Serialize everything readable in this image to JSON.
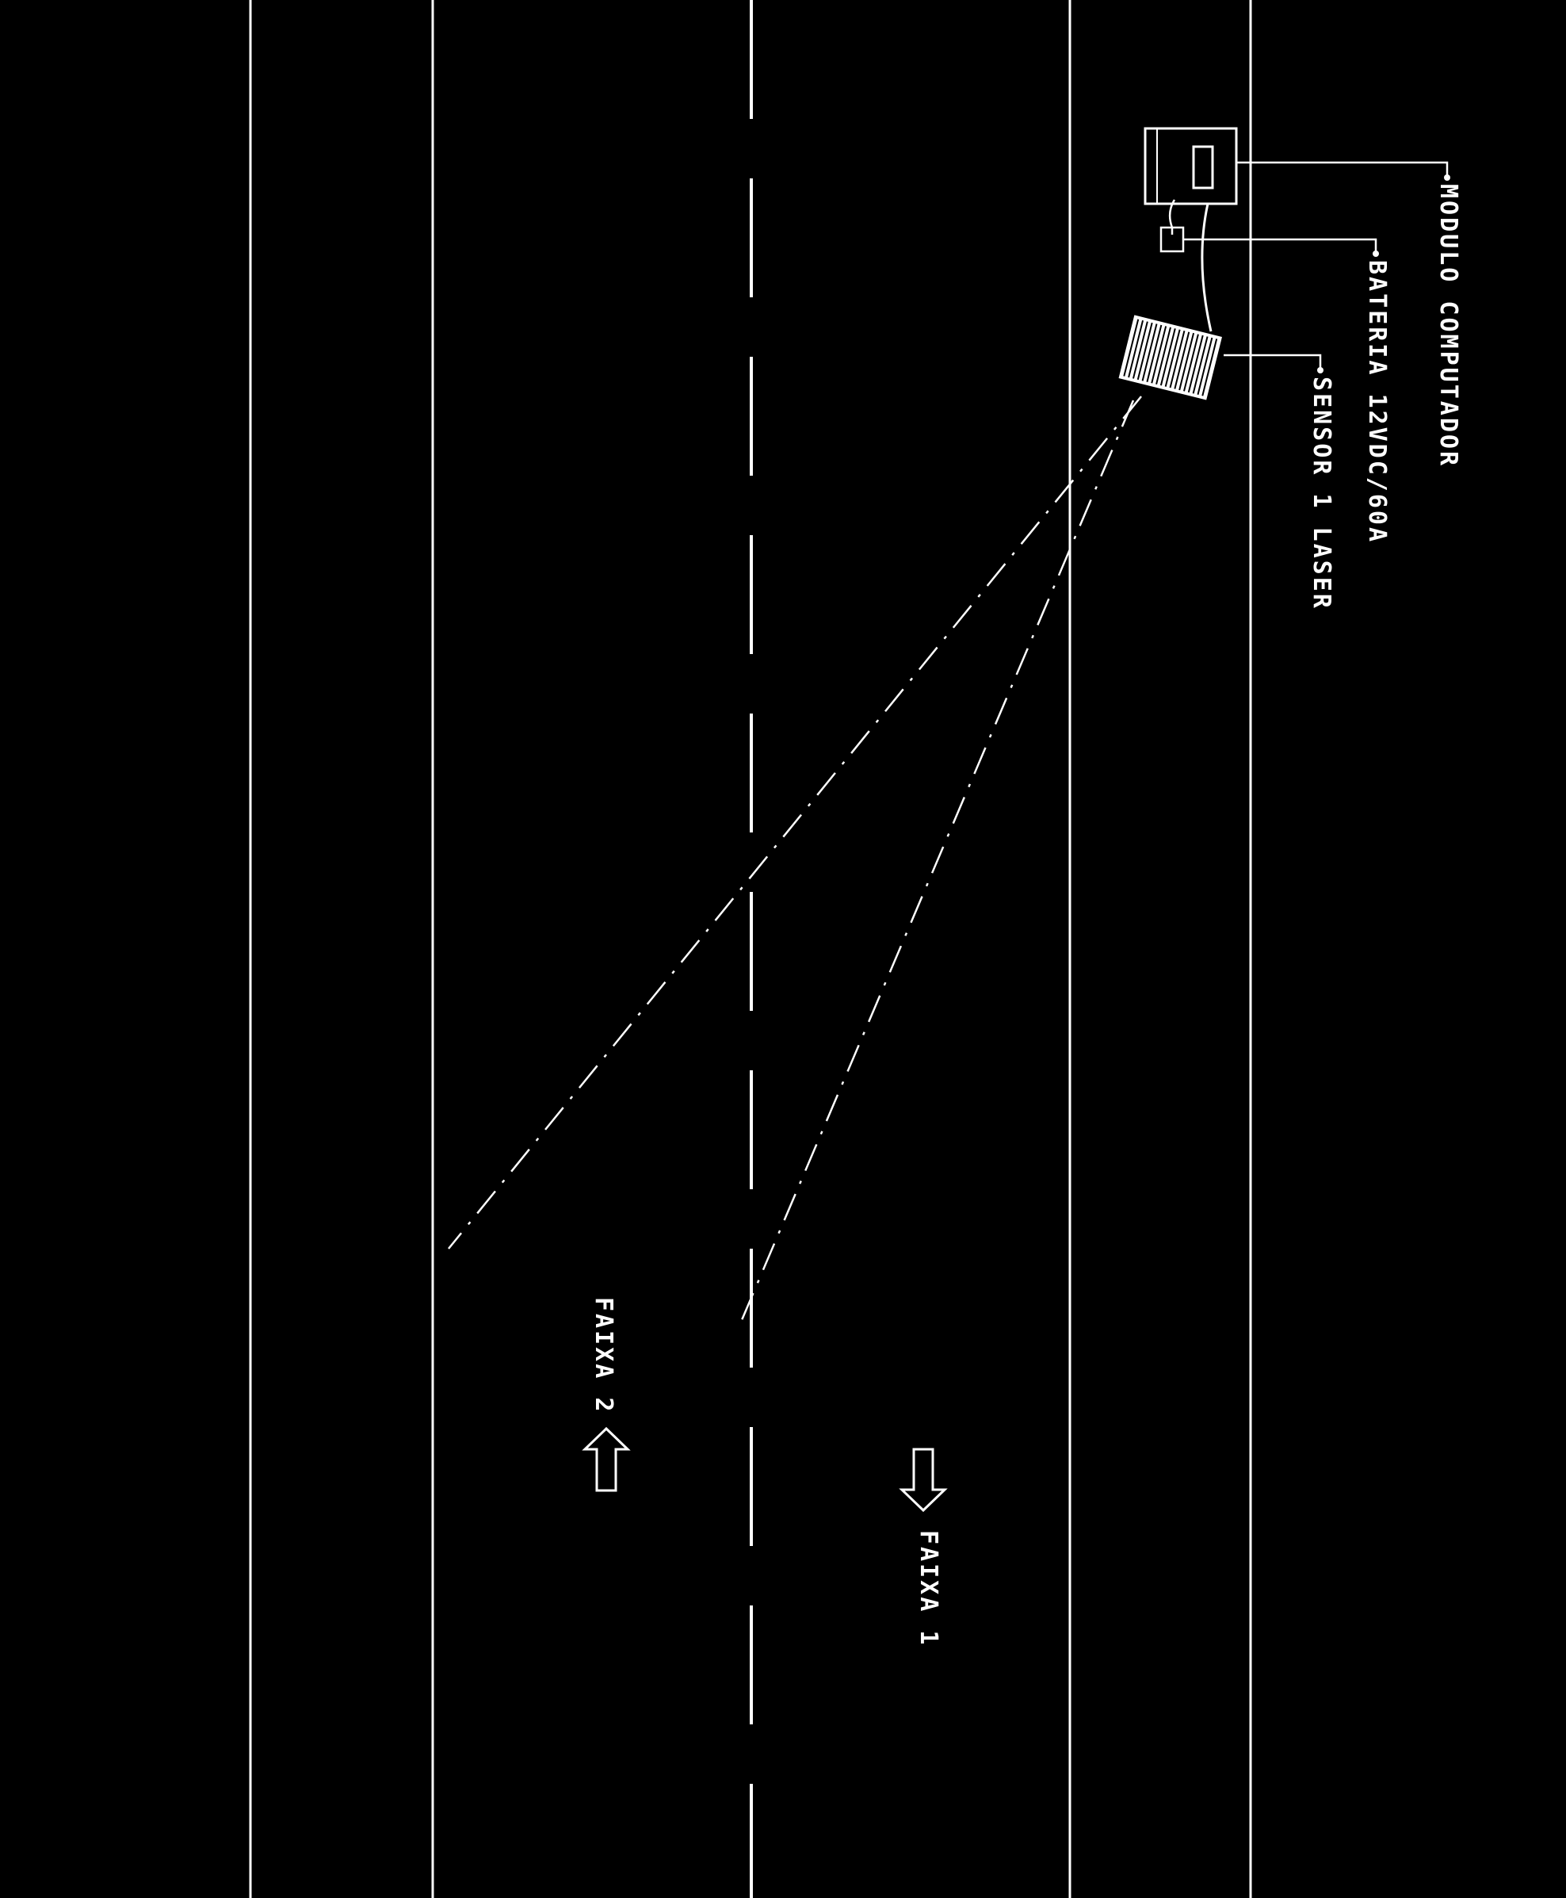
{
  "colors": {
    "background": "#000000",
    "foreground": "#ffffff"
  },
  "labels": {
    "modulo_computador": "MODULO COMPUTADOR",
    "bateria": "BATERIA 12VDC/60A",
    "sensor_laser": "SENSOR 1 LASER",
    "faixa_1": "FAIXA 1",
    "faixa_2": "FAIXA 2"
  },
  "icons": {
    "faixa_1_arrow": "arrow-down-icon",
    "faixa_2_arrow": "arrow-up-icon"
  }
}
